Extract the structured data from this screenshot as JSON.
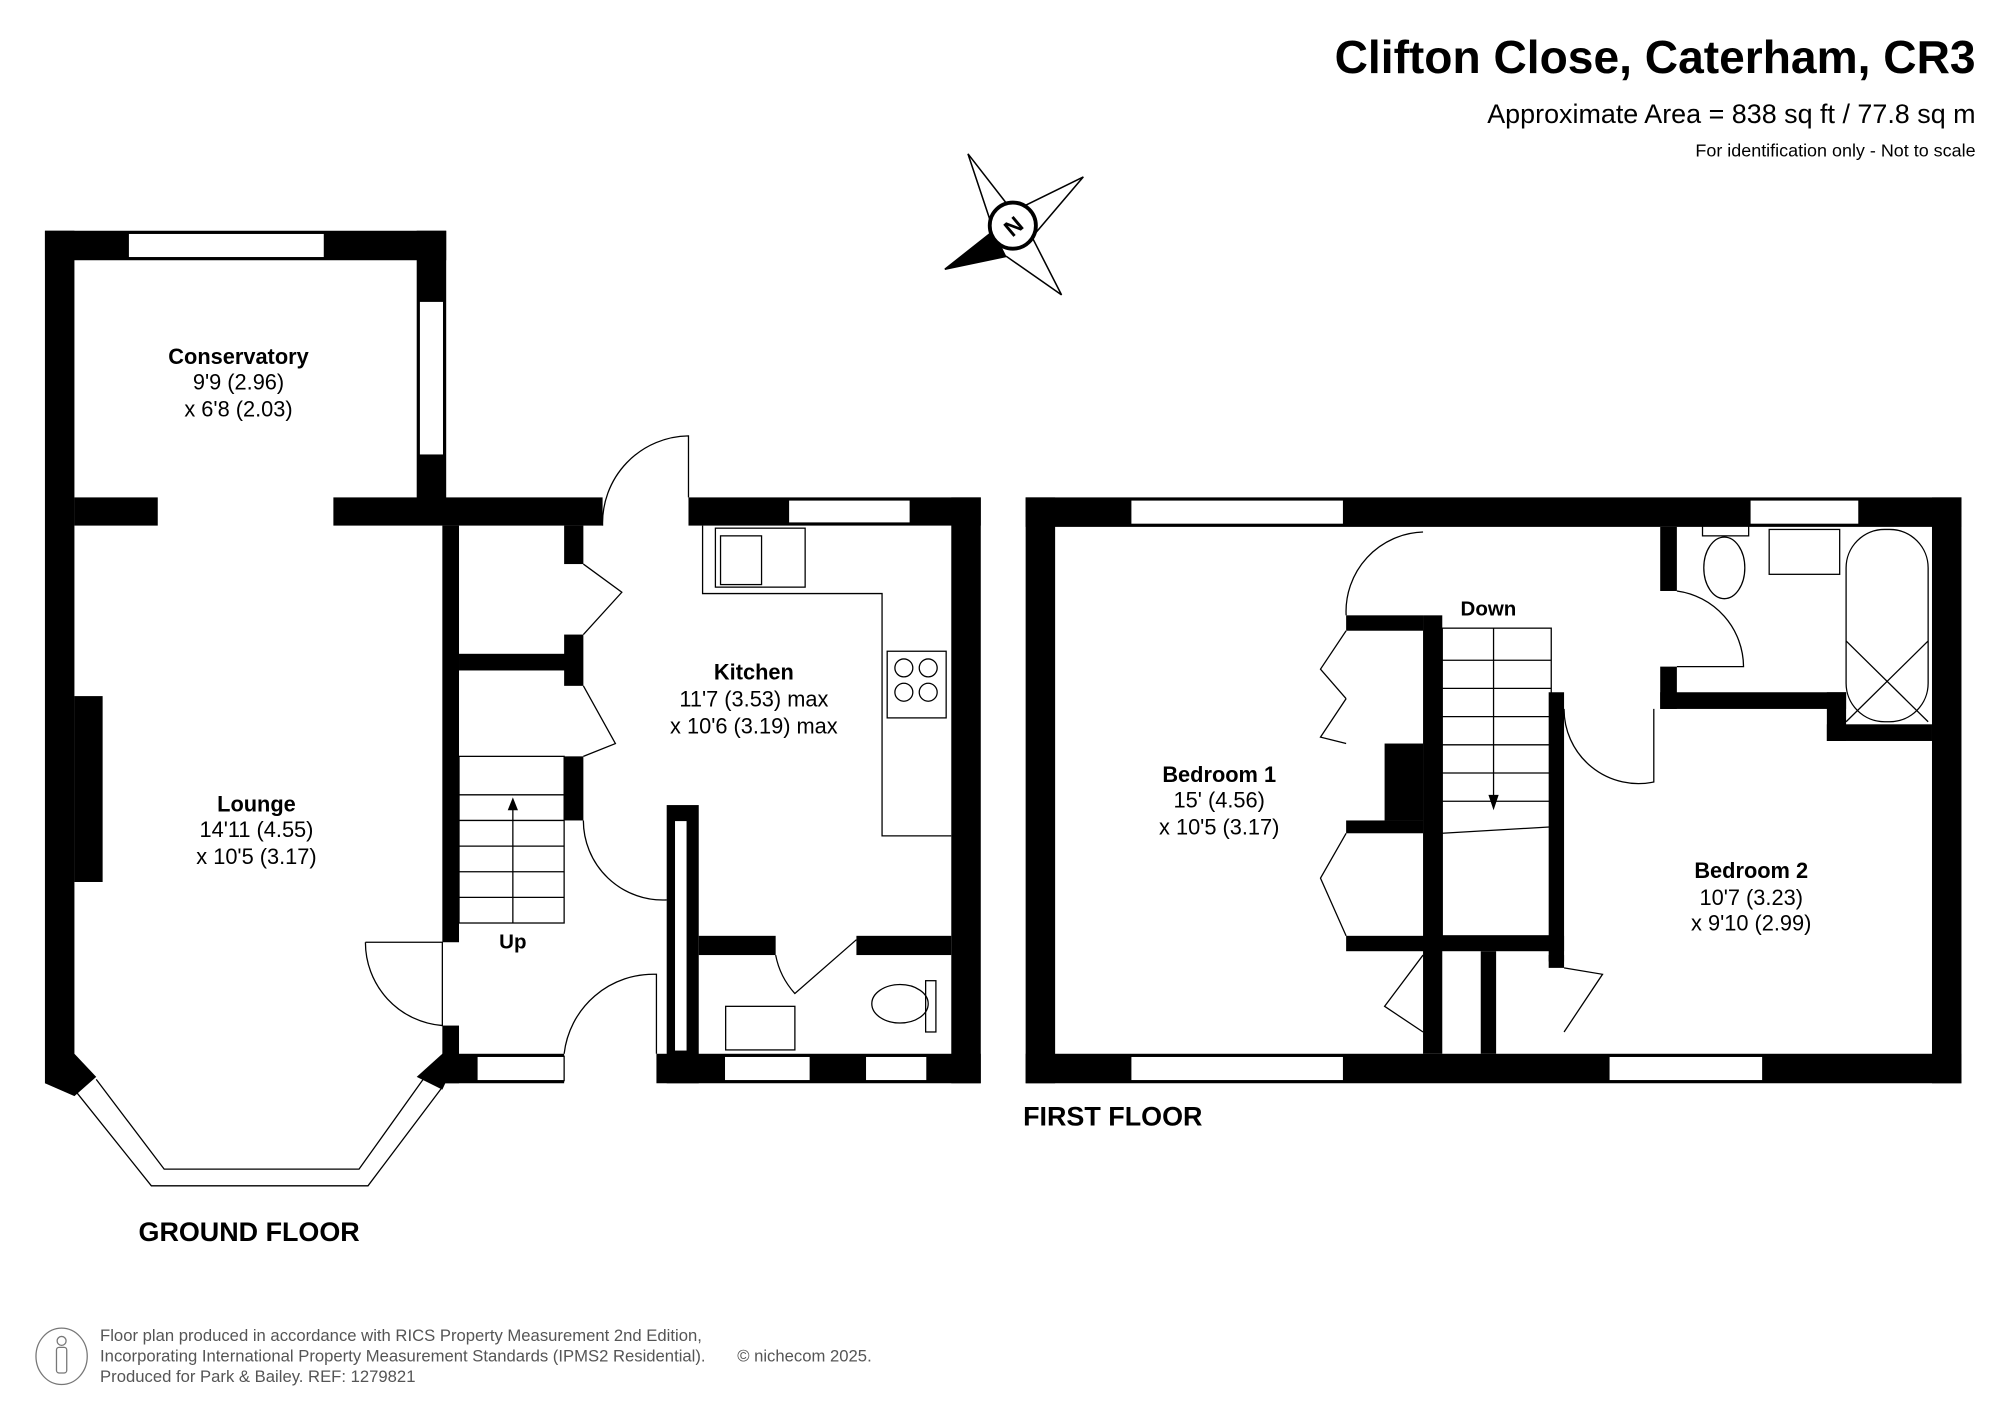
{
  "header": {
    "title": "Clifton Close, Caterham, CR3",
    "area": "Approximate Area = 838 sq ft / 77.8 sq m",
    "note": "For identification only - Not to scale"
  },
  "compass": {
    "label": "N",
    "icon": "compass-north-icon"
  },
  "ground_floor": {
    "label": "GROUND FLOOR",
    "rooms": [
      {
        "name": "Conservatory",
        "dim1": "9'9 (2.96)",
        "dim2": "x 6'8 (2.03)"
      },
      {
        "name": "Lounge",
        "dim1": "14'11 (4.55)",
        "dim2": "x 10'5 (3.17)"
      },
      {
        "name": "Kitchen",
        "dim1": "11'7 (3.53) max",
        "dim2": "x 10'6 (3.19) max"
      }
    ],
    "stairs_label": "Up"
  },
  "first_floor": {
    "label": "FIRST FLOOR",
    "rooms": [
      {
        "name": "Bedroom 1",
        "dim1": "15' (4.56)",
        "dim2": "x 10'5 (3.17)"
      },
      {
        "name": "Bedroom 2",
        "dim1": "10'7 (3.23)",
        "dim2": "x 9'10 (2.99)"
      }
    ],
    "stairs_label": "Down"
  },
  "footer": {
    "line1": "Floor plan produced in accordance with RICS Property Measurement 2nd Edition,",
    "line2": "Incorporating International Property Measurement Standards (IPMS2 Residential).",
    "copyright": "© nichecom 2025.",
    "line3": "Produced for Park & Bailey.   REF: 1279821"
  }
}
